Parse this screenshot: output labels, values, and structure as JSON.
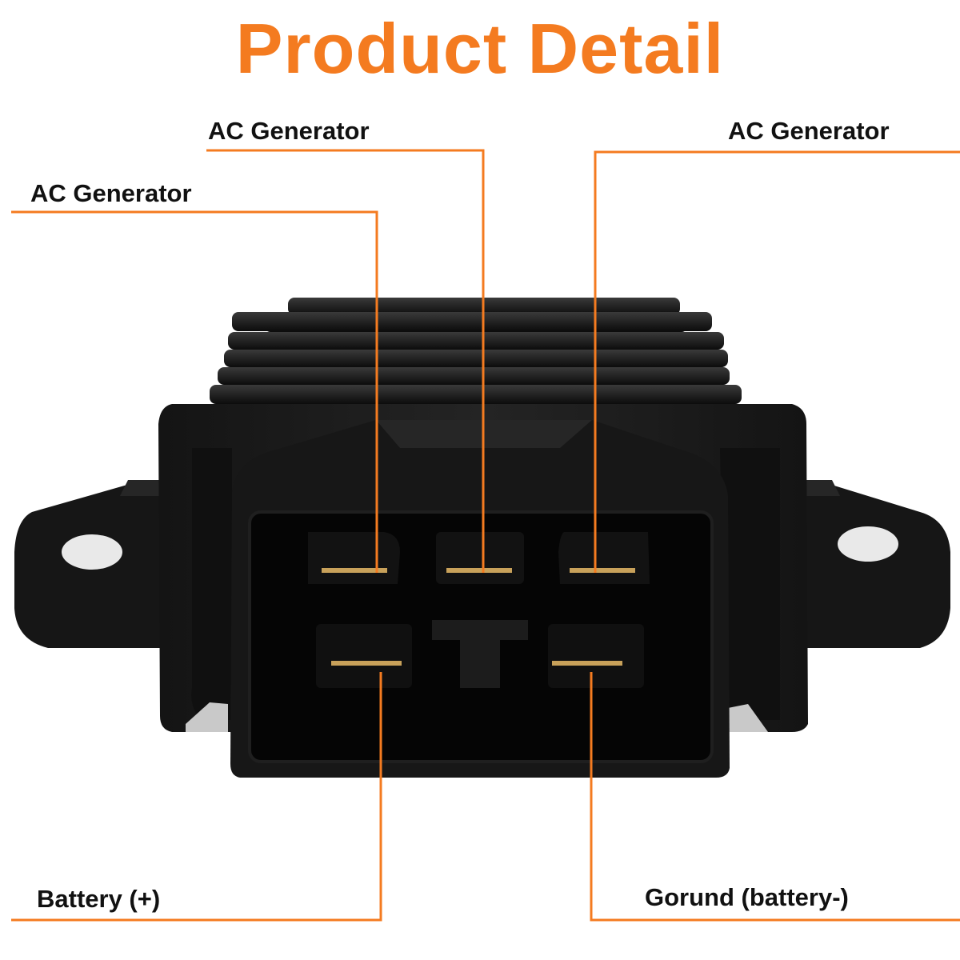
{
  "title": "Product Detail",
  "accent_color": "#f47b20",
  "labels": {
    "ac_generator_left": "AC Generator",
    "ac_generator_middle": "AC Generator",
    "ac_generator_right": "AC Generator",
    "battery_positive": "Battery (+)",
    "ground_battery_negative": "Gorund (battery-)"
  }
}
